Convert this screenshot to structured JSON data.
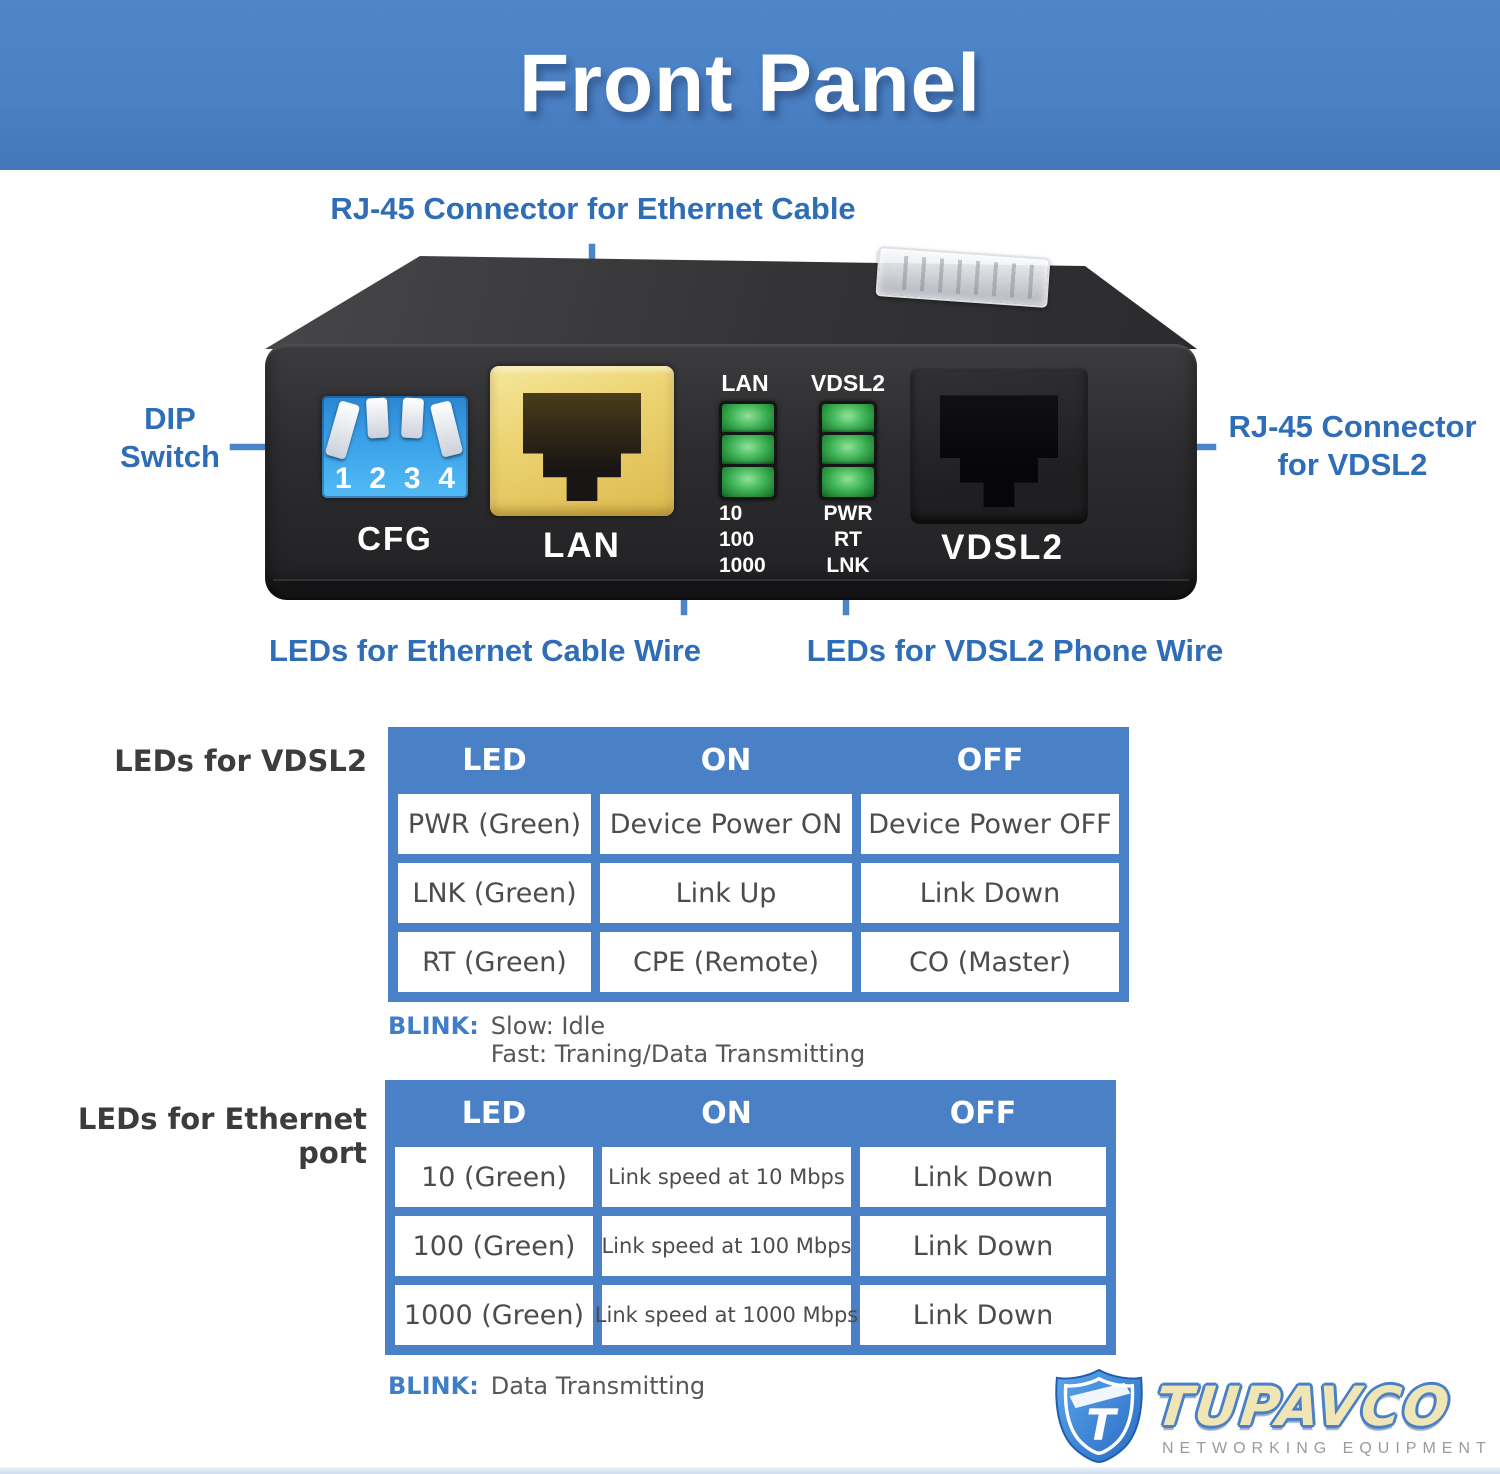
{
  "header": {
    "title": "Front Panel"
  },
  "diagram": {
    "callout_top": "RJ-45 Connector for Ethernet Cable",
    "callout_dip_line1": "DIP",
    "callout_dip_line2": "Switch",
    "callout_right_line1": "RJ-45 Connector",
    "callout_right_line2": "for VDSL2",
    "callout_bottom_left": "LEDs for Ethernet Cable Wire",
    "callout_bottom_right": "LEDs for VDSL2 Phone Wire",
    "device": {
      "dip_numbers": [
        "1",
        "2",
        "3",
        "4"
      ],
      "dip_label": "CFG",
      "lan_label": "LAN",
      "vdsl2_label": "VDSL2",
      "led_header_left": "LAN",
      "led_header_right": "VDSL2",
      "led_labels_left": [
        "10",
        "100",
        "1000"
      ],
      "led_labels_right": [
        "PWR",
        "RT",
        "LNK"
      ]
    }
  },
  "vdsl2_table": {
    "label": "LEDs for VDSL2",
    "headers": [
      "LED",
      "ON",
      "OFF"
    ],
    "rows": [
      [
        "PWR (Green)",
        "Device Power ON",
        "Device Power OFF"
      ],
      [
        "LNK (Green)",
        "Link Up",
        "Link Down"
      ],
      [
        "RT (Green)",
        "CPE (Remote)",
        "CO (Master)"
      ]
    ],
    "blink_label": "BLINK:",
    "blink_line1": "Slow: Idle",
    "blink_line2": "Fast: Traning/Data Transmitting"
  },
  "ethernet_table": {
    "label": "LEDs for Ethernet port",
    "headers": [
      "LED",
      "ON",
      "OFF"
    ],
    "rows": [
      [
        "10 (Green)",
        "Link speed at 10 Mbps",
        "Link Down"
      ],
      [
        "100 (Green)",
        "Link speed at 100 Mbps",
        "Link Down"
      ],
      [
        "1000 (Green)",
        "Link speed at 1000 Mbps",
        "Link Down"
      ]
    ],
    "blink_label": "BLINK:",
    "blink_line1": "Data Transmitting"
  },
  "logo": {
    "brand": "TUPAVCO",
    "tagline": "NETWORKING EQUIPMENT"
  },
  "colors": {
    "accent_blue": "#4a81c6",
    "callout_blue": "#2f6db6",
    "led_green": "#2f9e44",
    "dip_blue": "#3fa9f0",
    "port_yellow": "#ecd372",
    "text_gray": "#57575a"
  }
}
